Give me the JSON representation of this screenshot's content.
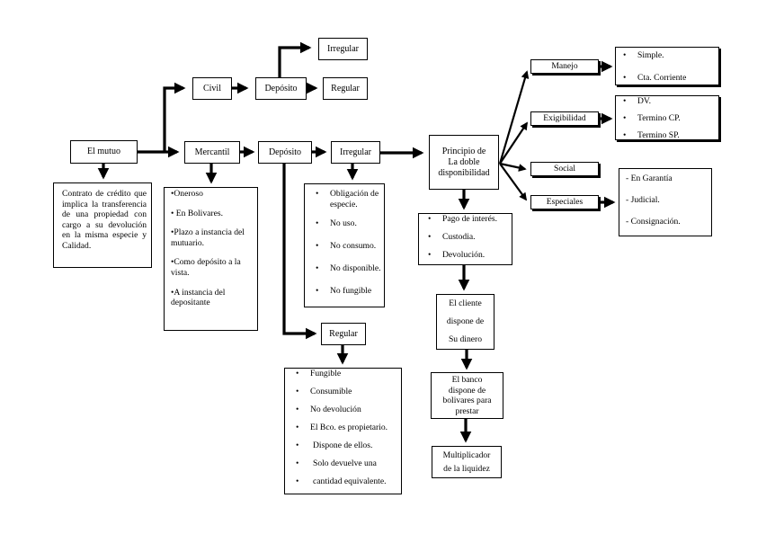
{
  "diagram": {
    "nodes": {
      "el_mutuo": "El mutuo",
      "mutuo_def": "Contrato de crédito que implica la transferencia de una propiedad con cargo a su devolución en la misma especie y Calidad.",
      "civil": "Civil",
      "civil_deposito": "Depósito",
      "civil_irregular": "Irregular",
      "civil_regular": "Regular",
      "mercantil": "Mercantil",
      "mercantil_items": [
        "•Oneroso",
        "• En Bolivares.",
        "•Plazo a instancia del mutuario.",
        "•Como depósito a la vista.",
        "•A instancia del depositante"
      ],
      "merc_deposito": "Depósito",
      "merc_irregular": "Irregular",
      "irregular_items": [
        "Obligación de especie.",
        "No uso.",
        "No consumo.",
        "No disponible.",
        "No fungible"
      ],
      "merc_regular": "Regular",
      "regular_items": [
        "Fungible",
        "Consumible",
        "No devolución",
        "El Bco. es propietario.",
        "Dispone de ellos.",
        "Solo devuelve una",
        "cantidad equivalente."
      ],
      "principio": [
        "Principio de",
        "La doble",
        "disponibilidad"
      ],
      "principio_items": [
        "Pago de interés.",
        "Custodia.",
        "Devolución."
      ],
      "cliente": [
        "El cliente",
        "dispone de",
        "Su dinero"
      ],
      "banco": [
        "El banco",
        "dispone de",
        "bolivares para",
        "prestar"
      ],
      "multiplicador": [
        "Multiplicador",
        "de la liquidez"
      ],
      "manejo": "Manejo",
      "manejo_items": [
        "Simple.",
        "Cta. Corriente"
      ],
      "exigibilidad": "Exigibilidad",
      "exigibilidad_items": [
        "DV.",
        "Termino CP.",
        "Termino SP."
      ],
      "social": "Social",
      "especiales": "Especiales",
      "especiales_items": [
        "-  En Garantía",
        "- Judicial.",
        "- Consignación."
      ]
    }
  }
}
